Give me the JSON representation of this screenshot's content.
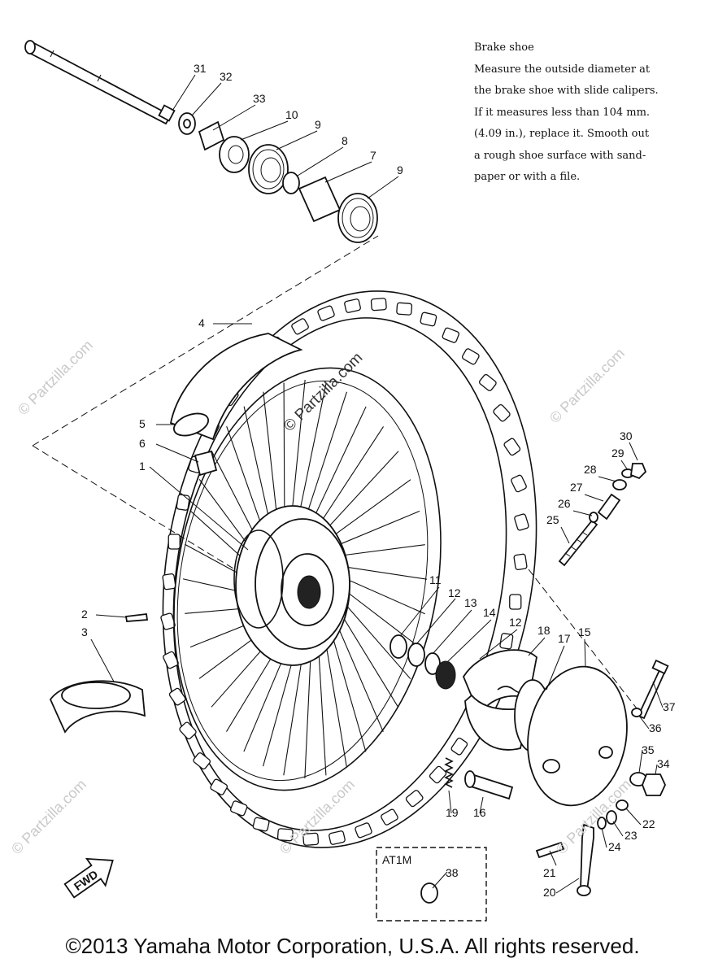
{
  "note": {
    "title": "Brake shoe",
    "lines": [
      "Measure the outside diameter at",
      "the brake shoe with slide calipers.",
      "If it measures less than 104 mm.",
      "(4.09 in.), replace it. Smooth out",
      "a rough shoe surface with sand-",
      "paper or with a file."
    ]
  },
  "watermark": "© Partzilla.com",
  "inset_label": "AT1M",
  "fwd_label": "FWD",
  "callouts": {
    "c1": "1",
    "c2": "2",
    "c3": "3",
    "c4": "4",
    "c5": "5",
    "c6": "6",
    "c7": "7",
    "c8": "8",
    "c9a": "9",
    "c9b": "9",
    "c10": "10",
    "c11": "11",
    "c12a": "12",
    "c12b": "12",
    "c13": "13",
    "c14": "14",
    "c15": "15",
    "c16": "16",
    "c17": "17",
    "c18": "18",
    "c19": "19",
    "c20": "20",
    "c21": "21",
    "c22": "22",
    "c23": "23",
    "c24": "24",
    "c25": "25",
    "c26": "26",
    "c27": "27",
    "c28": "28",
    "c29": "29",
    "c30": "30",
    "c31": "31",
    "c32": "32",
    "c33": "33",
    "c34": "34",
    "c35": "35",
    "c36": "36",
    "c37": "37",
    "c38": "38"
  },
  "footer": "©2013  Yamaha Motor Corporation, U.S.A. All rights reserved."
}
